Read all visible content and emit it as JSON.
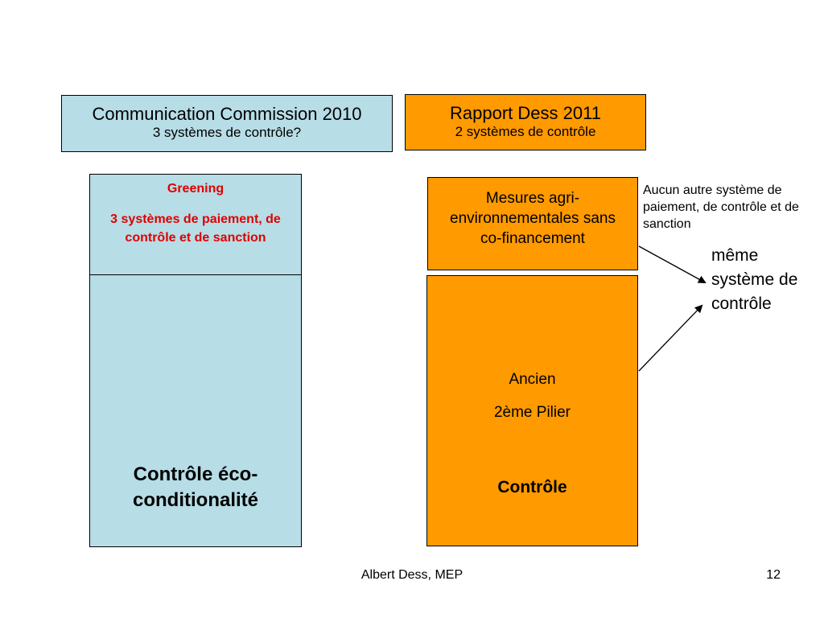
{
  "commission": {
    "title": "Communication Commission 2010",
    "subtitle": "3 systèmes de contrôle?"
  },
  "rapport": {
    "title": "Rapport Dess 2011",
    "subtitle": "2 systèmes de contrôle"
  },
  "greening": {
    "title": "Greening",
    "subtitle": "3 systèmes de paiement, de contrôle et de sanction",
    "main": "Contrôle éco-conditionalité"
  },
  "mesures": {
    "text": "Mesures agri-environnementales sans co-financement"
  },
  "ancien": {
    "line1": "Ancien",
    "line2": "2ème Pilier",
    "line3": "Contrôle"
  },
  "note": "Aucun autre système de paiement, de contrôle et de sanction",
  "same_system": "même système de contrôle",
  "footer": {
    "author": "Albert Dess, MEP",
    "page": "12"
  },
  "colors": {
    "light_box": "#b7dde6",
    "orange_box": "#ff9a00",
    "red_text": "#e00000"
  }
}
